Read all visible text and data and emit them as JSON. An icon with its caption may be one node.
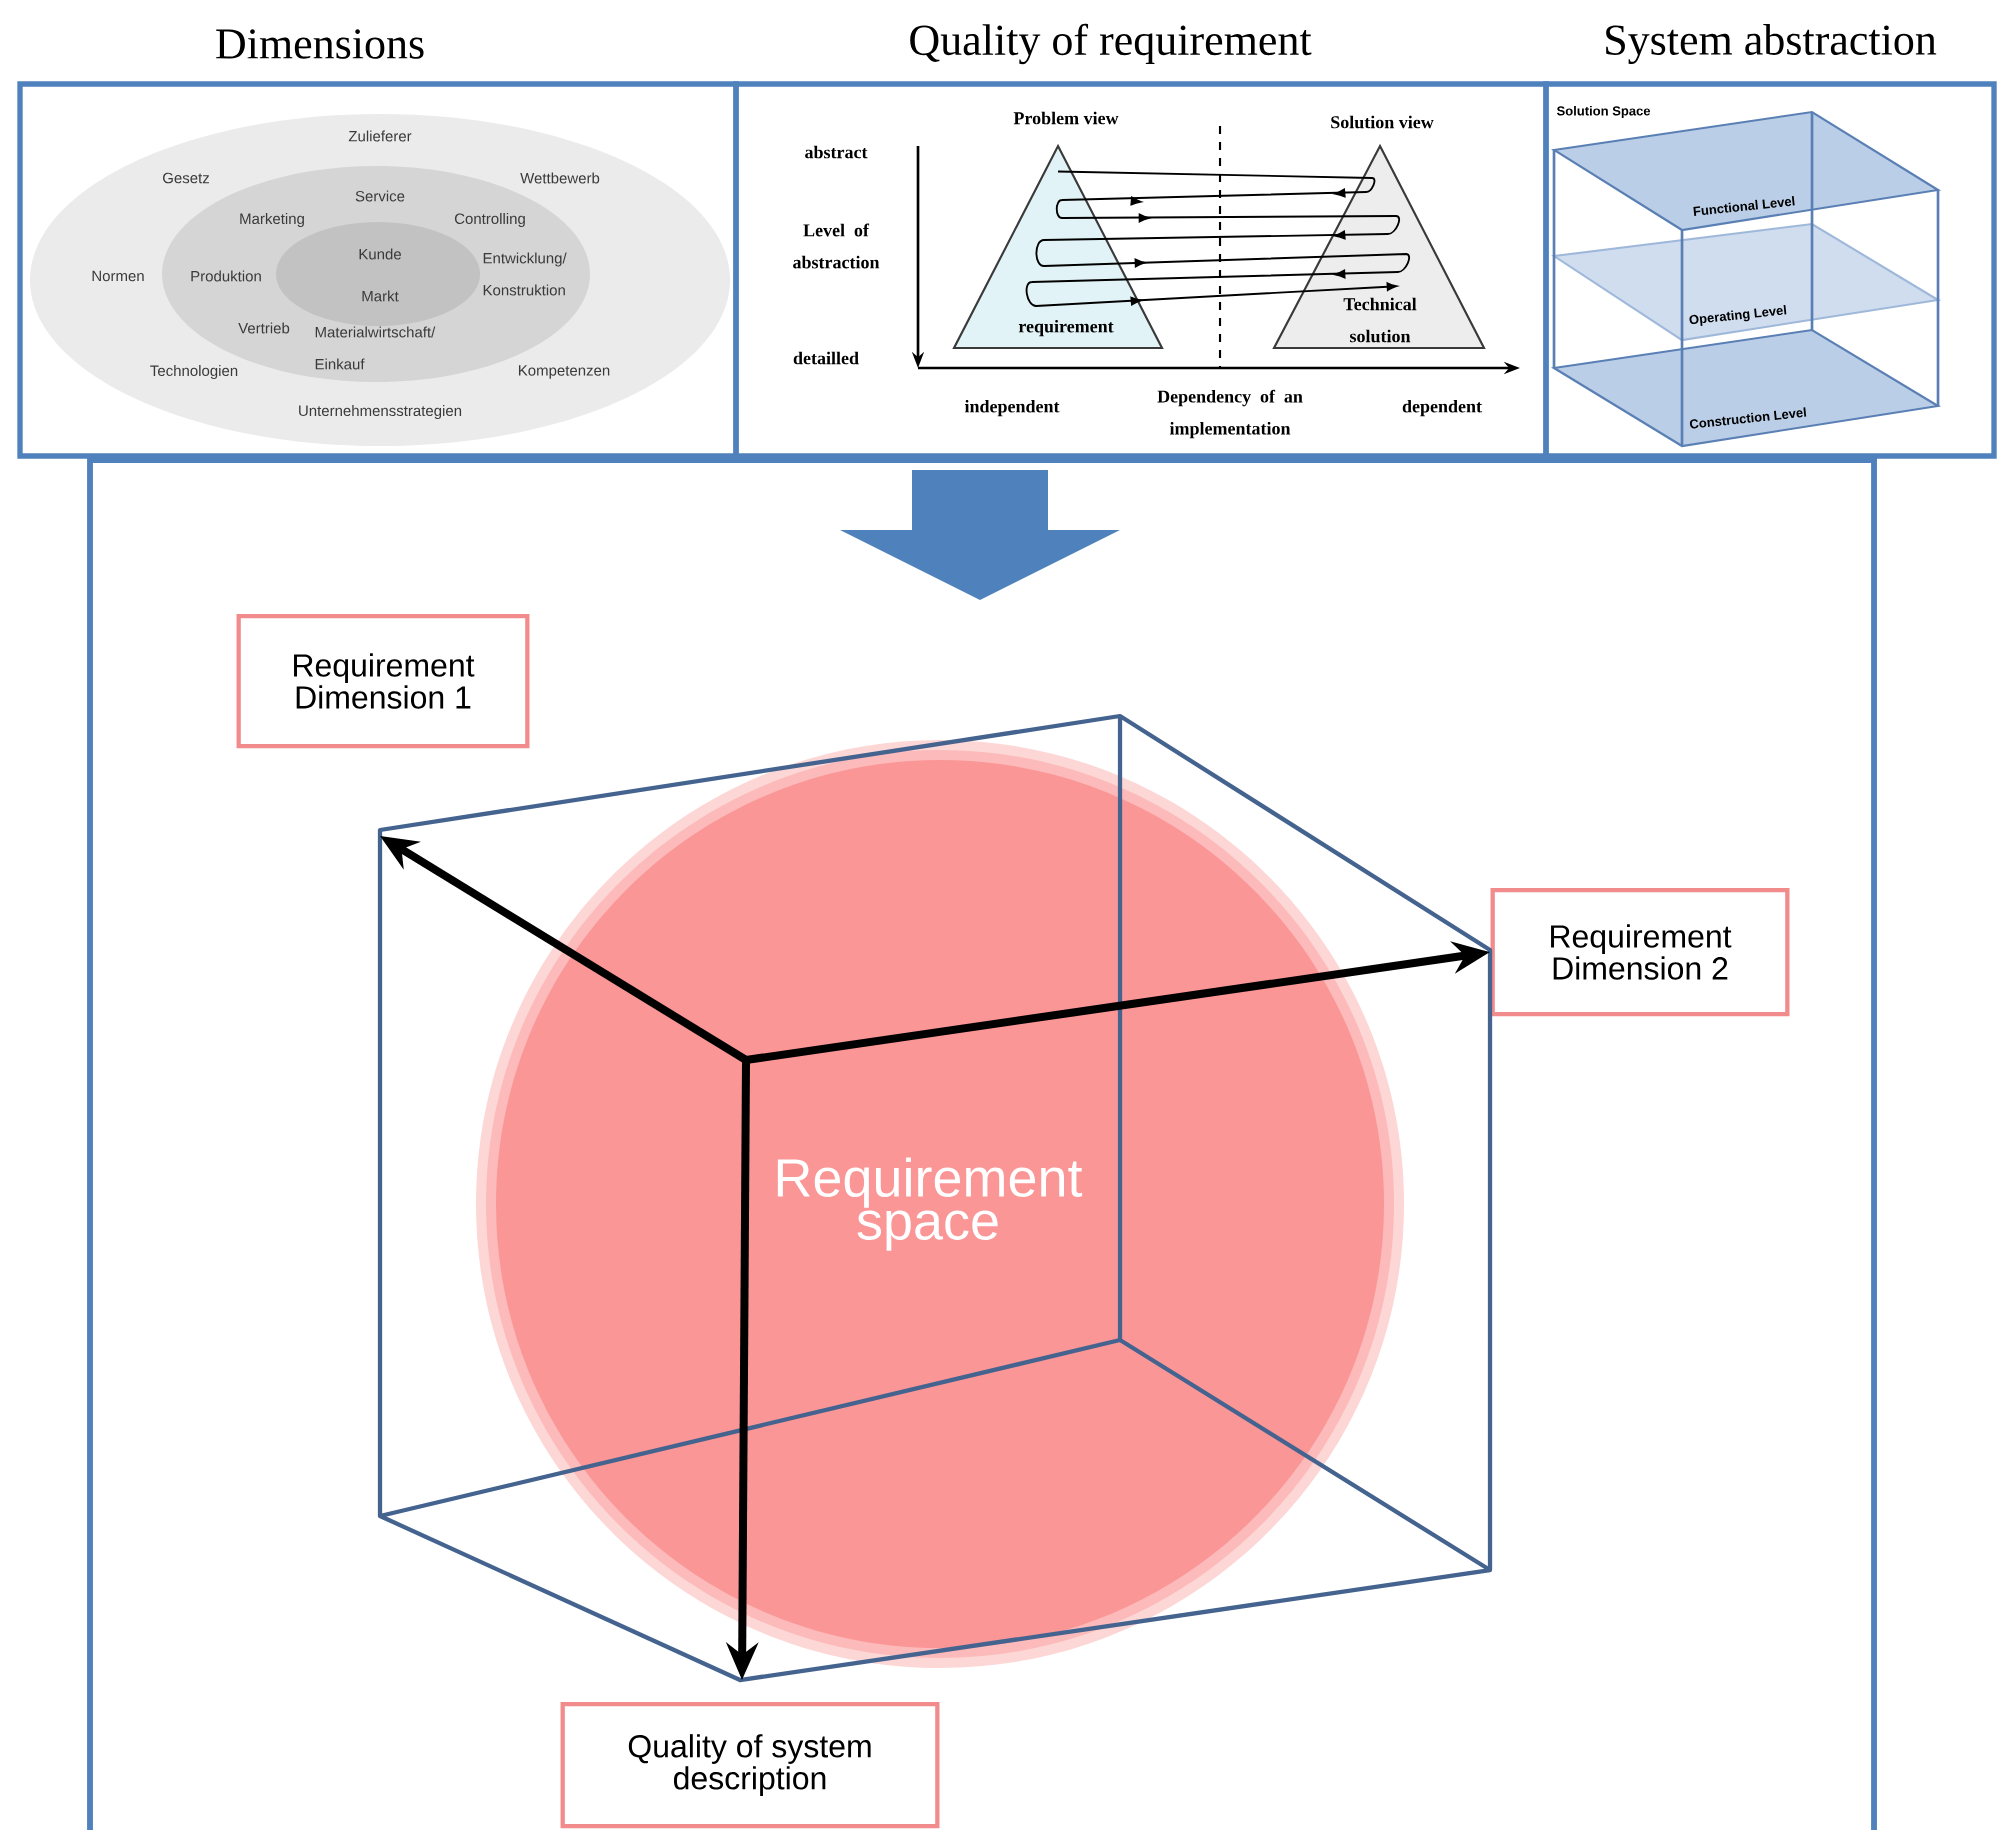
{
  "diagram": {
    "nodes": [
      {
        "text": [
          "Dimensions"
        ]
      },
      {
        "text": [
          "Zulieferer",
          "Gesetz",
          "Wettbewerb",
          "Normen",
          "Technologien",
          "Kompetenzen",
          "Unternehmensstrategien"
        ],
        "in": 0
      },
      {
        "text": [
          "Service",
          "Marketing",
          "Controlling",
          "Produktion",
          "Entwicklung/ Konstruktion",
          "Vertrieb",
          "Materialwirtschaft/ Einkauf"
        ],
        "in": 1
      },
      {
        "text": [
          "Kunde",
          "Markt"
        ],
        "in": 2
      },
      {
        "text": [
          "Quality of requirement"
        ]
      },
      {
        "text": [
          "Problem view",
          "requirement"
        ],
        "in": 4
      },
      {
        "text": [
          "Solution view",
          "Technical solution"
        ],
        "in": 4
      },
      {
        "text": [
          "System abstraction",
          "Solution Space"
        ]
      },
      {
        "text": [
          "Functional Level"
        ],
        "in": 7
      },
      {
        "text": [
          "Operating Level"
        ],
        "in": 7
      },
      {
        "text": [
          "Construction Level"
        ],
        "in": 7
      },
      {
        "text": [],
        "shape": "box"
      },
      {
        "text": [
          "Requirement Dimension 1"
        ],
        "in": 11
      },
      {
        "text": [
          "Requirement Dimension 2"
        ],
        "in": 11
      },
      {
        "text": [
          "Requirement space"
        ],
        "in": 11
      },
      {
        "text": [
          "Quality of system description"
        ],
        "in": 11
      }
    ],
    "edges": [
      {
        "from": 5,
        "to": 6,
        "arrow": "to"
      }
    ],
    "labels": [
      "abstract",
      "Level of abstraction",
      "detailled",
      "independent",
      "Dependency of an implementation",
      "dependent"
    ]
  }
}
